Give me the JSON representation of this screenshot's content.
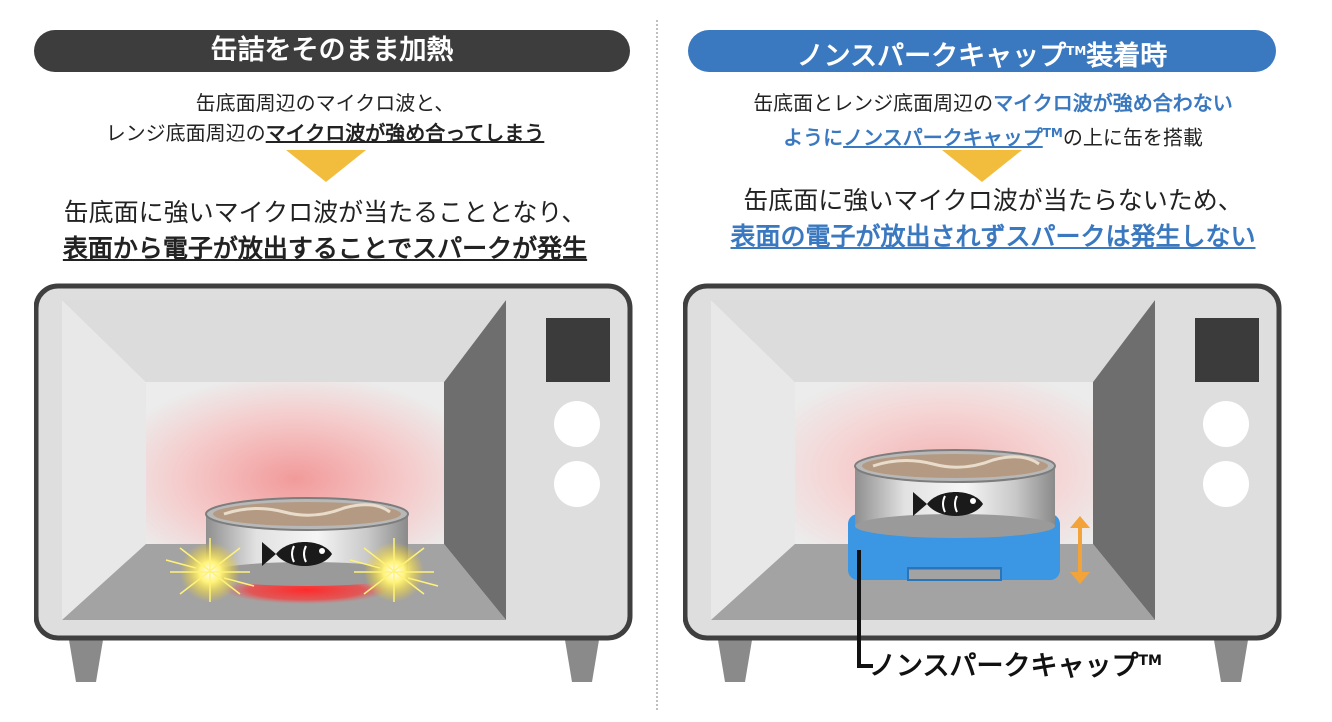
{
  "left": {
    "title": "缶詰をそのまま加熱",
    "intro_line1": "缶底面周辺のマイクロ波と、",
    "intro_line2_plain": "レンジ底面周辺の",
    "intro_line2_emph": "マイクロ波が強め合ってしまう",
    "result_line1": "缶底面に強いマイクロ波が当たることとなり、",
    "result_line2": "表面から電子が放出することでスパークが発生"
  },
  "right": {
    "title": "ノンスパークキャップ",
    "title_tm": "TM",
    "title_tail": "装着時",
    "intro_plain1": "缶底面とレンジ底面周辺の",
    "intro_blue1": "マイクロ波が強め合わない",
    "intro_blue2": "ように",
    "intro_blue_u": "ノンスパークキャップ",
    "intro_tm": "TM",
    "intro_plain2": "の上に缶を搭載",
    "result_line1": "缶底面に強いマイクロ波が当たらないため、",
    "result_line2": "表面の電子が放出されずスパークは発生しない",
    "cap_label": "ノンスパークキャップ",
    "cap_label_tm": "TM"
  },
  "colors": {
    "dark_pill": "#3d3d3d",
    "blue_accent": "#3a78c0",
    "arrow_yellow": "#f2bd3c",
    "cap_blue": "#3b96e4",
    "glow_red": "#ee3b3b",
    "height_arrow": "#f2a33a"
  },
  "icons": [
    "fish-icon",
    "spark-icon",
    "height-arrow-icon",
    "down-triangle-icon"
  ]
}
